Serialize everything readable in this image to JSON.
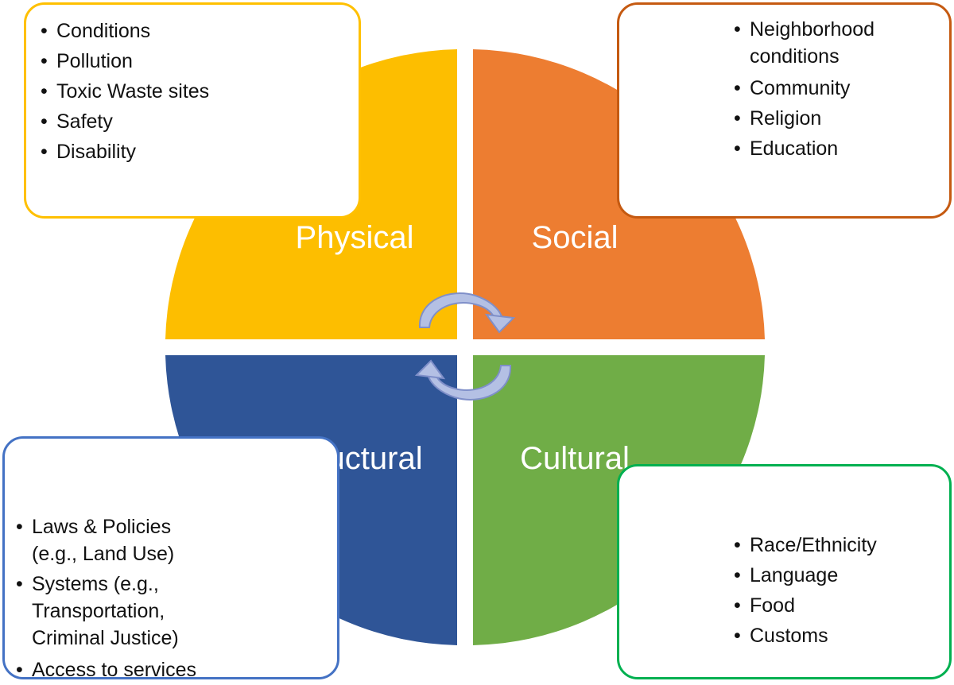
{
  "quadrants": {
    "physical": {
      "label": "Physical",
      "color": "#FDBE00",
      "border": "#FFC000",
      "items": [
        "Conditions",
        "Pollution",
        "Toxic Waste sites",
        "Safety",
        "Disability"
      ]
    },
    "social": {
      "label": "Social",
      "color": "#ED7D31",
      "border": "#C55A11",
      "items": [
        [
          "Neighborhood",
          "conditions"
        ],
        "Community",
        "Religion",
        "Education"
      ]
    },
    "structural": {
      "label": "Structural",
      "color": "#2F5597",
      "border": "#4472C4",
      "items": [
        [
          "Laws & Policies",
          "(e.g., Land Use)"
        ],
        [
          "Systems (e.g.,",
          "Transportation,",
          "Criminal Justice)"
        ],
        "Access to services"
      ]
    },
    "cultural": {
      "label": "Cultural",
      "color": "#70AD47",
      "border": "#00B050",
      "items": [
        "Race/Ethnicity",
        "Language",
        "Food",
        "Customs"
      ]
    }
  },
  "cycle_arrows": {
    "color": "#B4C0E4",
    "outline": "#7F8FC9"
  }
}
